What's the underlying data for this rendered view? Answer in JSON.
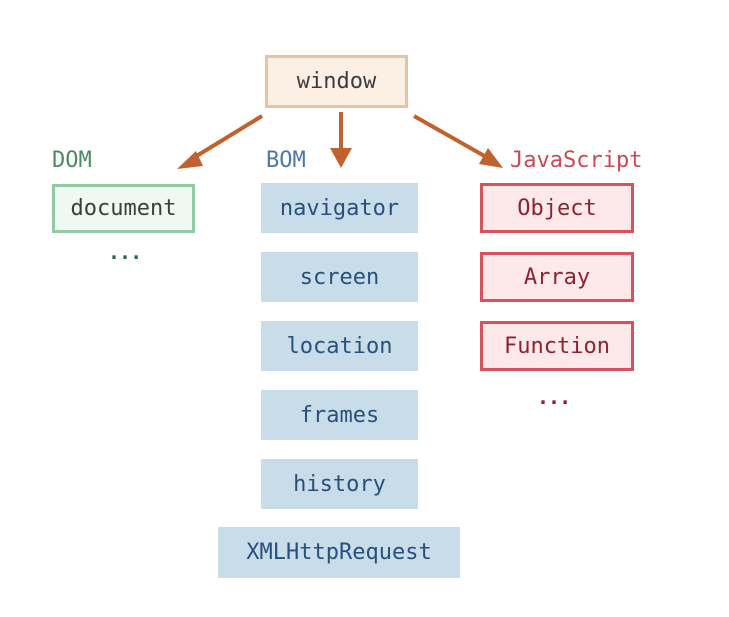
{
  "root": {
    "label": "window"
  },
  "groups": {
    "dom": {
      "title": "DOM",
      "items": [
        "document"
      ],
      "ellipsis": "..."
    },
    "bom": {
      "title": "BOM",
      "items": [
        "navigator",
        "screen",
        "location",
        "frames",
        "history",
        "XMLHttpRequest"
      ]
    },
    "javascript": {
      "title": "JavaScript",
      "items": [
        "Object",
        "Array",
        "Function"
      ],
      "ellipsis": "..."
    }
  },
  "colors": {
    "arrow": "#c0622e",
    "window_fill": "#fcefe4",
    "window_border": "#e7c3a2",
    "dom_border": "#90cba1",
    "dom_text": "#4a8a66",
    "bom_fill": "#c9dcea",
    "bom_text": "#28507d",
    "js_border": "#d9525a",
    "js_fill": "#fde9ea",
    "js_text": "#8a2430"
  }
}
